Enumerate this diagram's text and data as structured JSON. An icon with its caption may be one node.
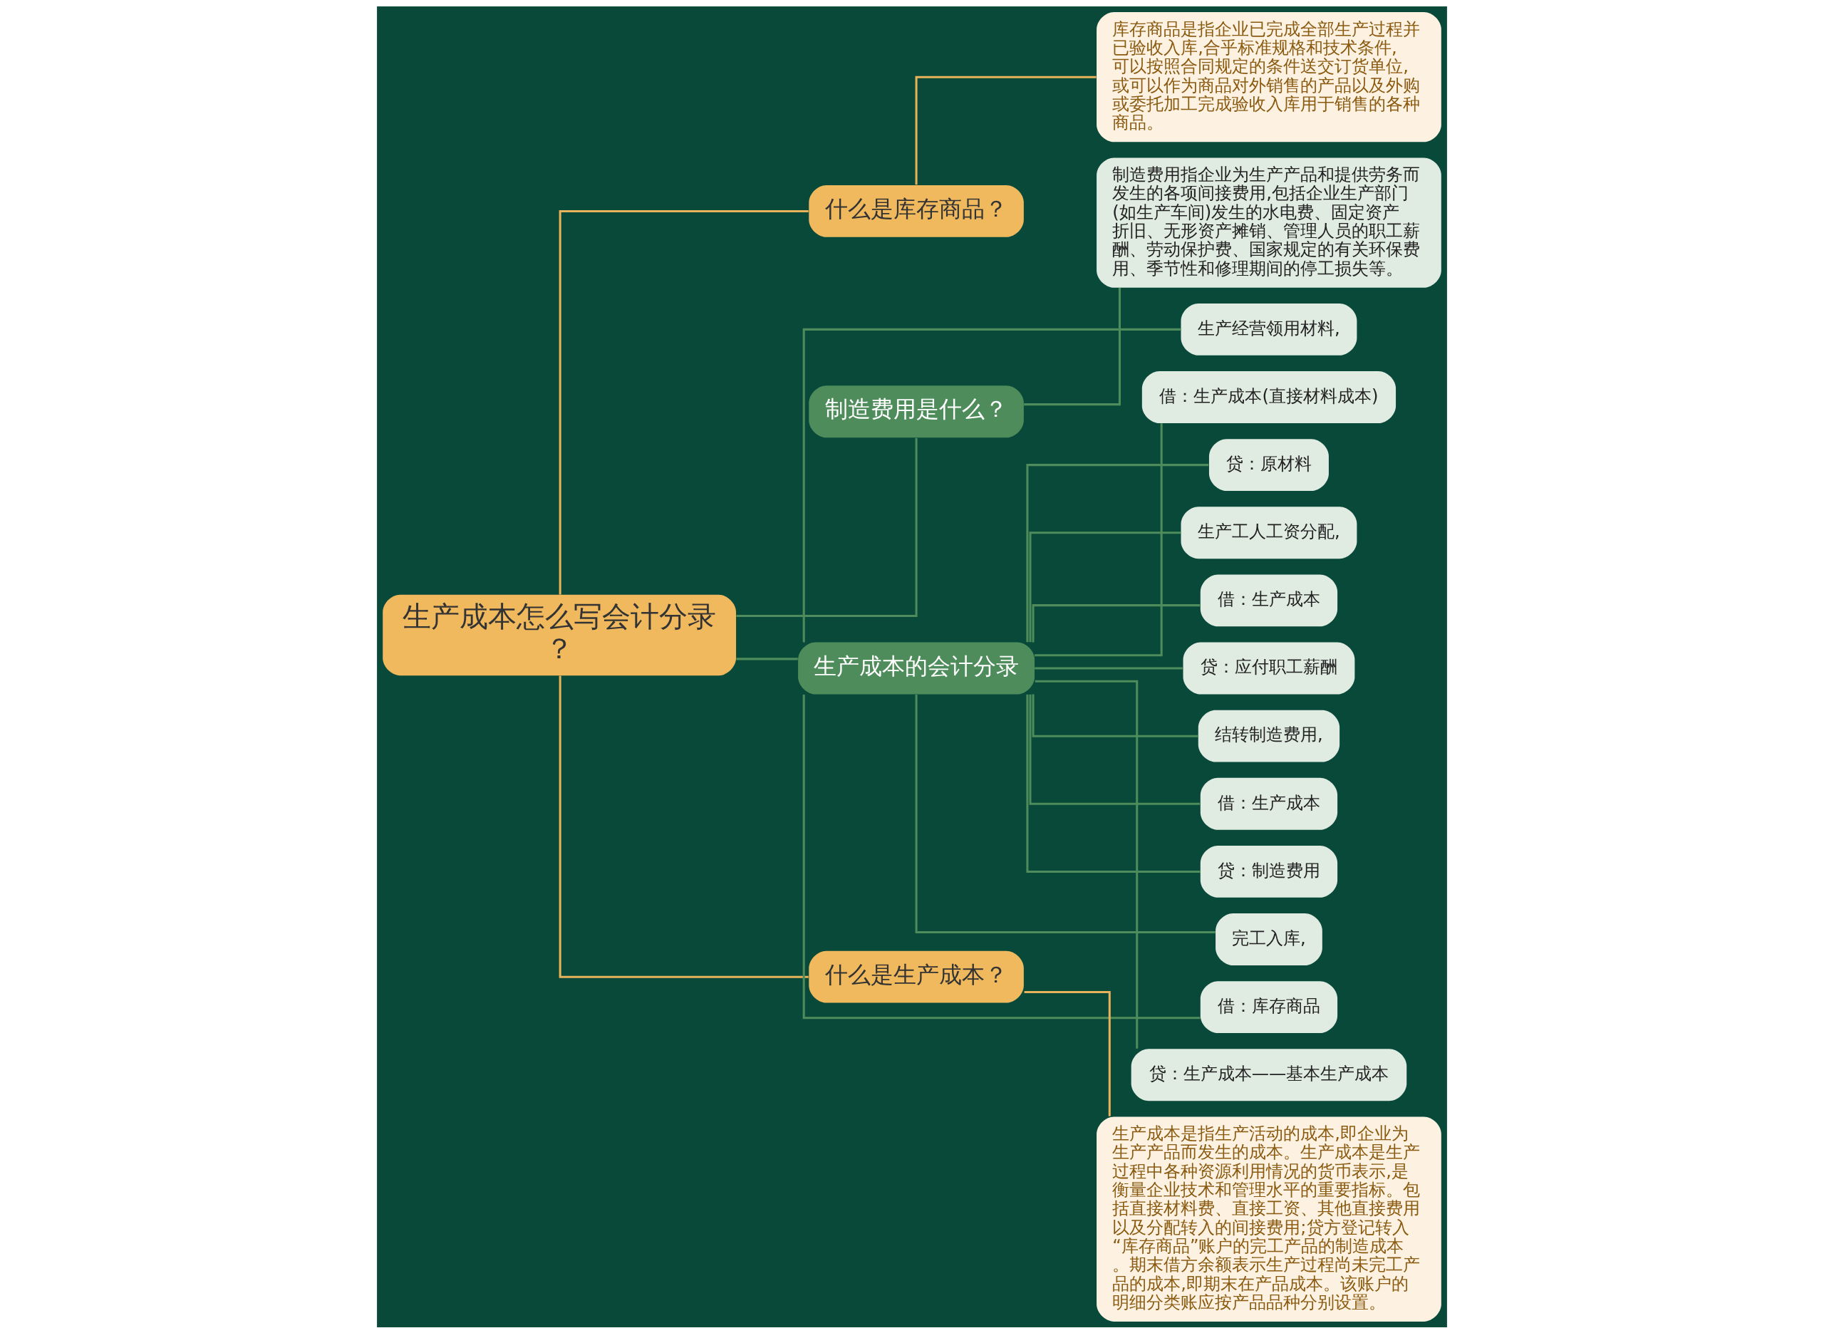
{
  "diagram": {
    "nodes": [
      {
        "text": [
          "生产成本怎么写会计分录？"
        ]
      },
      {
        "text": [
          "什么是库存商品？"
        ]
      },
      {
        "text": [
          "库存商品是指企业已完成全部生产过程并已验收入库,合乎标准规格和技术条件,可以按照合同规定的条件送交订货单位,或可以作为商品对外销售的产品以及外购或委托加工完成验收入库用于销售的各种商品。"
        ]
      },
      {
        "text": [
          "制造费用是什么？"
        ]
      },
      {
        "text": [
          "制造费用指企业为生产产品和提供劳务而发生的各项间接费用,包括企业生产部门(如生产车间)发生的水电费、固定资产折旧、无形资产摊销、管理人员的职工薪酬、劳动保护费、国家规定的有关环保费用、季节性和修理期间的停工损失等。"
        ]
      },
      {
        "text": [
          "生产成本的会计分录"
        ]
      },
      {
        "text": [
          "生产经营领用材料,"
        ]
      },
      {
        "text": [
          "借：生产成本(直接材料成本)"
        ]
      },
      {
        "text": [
          "贷：原材料"
        ]
      },
      {
        "text": [
          "生产工人工资分配,"
        ]
      },
      {
        "text": [
          "借：生产成本"
        ]
      },
      {
        "text": [
          "贷：应付职工薪酬"
        ]
      },
      {
        "text": [
          "结转制造费用,"
        ]
      },
      {
        "text": [
          "借：生产成本"
        ]
      },
      {
        "text": [
          "贷：制造费用"
        ]
      },
      {
        "text": [
          "完工入库,"
        ]
      },
      {
        "text": [
          "借：库存商品"
        ]
      },
      {
        "text": [
          "贷：生产成本——基本生产成本"
        ]
      },
      {
        "text": [
          "什么是生产成本？"
        ]
      },
      {
        "text": [
          "生产成本是指生产活动的成本,即企业为生产产品而发生的成本。生产成本是生产过程中各种资源利用情况的货币表示,是衡量企业技术和管理水平的重要指标。包括直接材料费、直接工资、其他直接费用以及分配转入的间接费用;贷方登记转入“库存商品”账户的完工产品的制造成本。期末借方余额表示生产过程尚未完工产品的成本,即期末在产品成本。该账户的明细分类账应按产品品种分别设置。"
        ]
      }
    ],
    "edges": [
      {
        "from": 0,
        "to": 1,
        "arrow": "none",
        "color": "#e8b25a"
      },
      {
        "from": 1,
        "to": 2,
        "arrow": "none",
        "color": "#e8b25a"
      },
      {
        "from": 0,
        "to": 3,
        "arrow": "none"
      },
      {
        "from": 3,
        "to": 4,
        "arrow": "none"
      },
      {
        "from": 0,
        "to": 5,
        "arrow": "none"
      },
      {
        "from": 5,
        "to": 6,
        "arrow": "none"
      },
      {
        "from": 5,
        "to": 7,
        "arrow": "none"
      },
      {
        "from": 5,
        "to": 8,
        "arrow": "none"
      },
      {
        "from": 5,
        "to": 9,
        "arrow": "none"
      },
      {
        "from": 5,
        "to": 10,
        "arrow": "none"
      },
      {
        "from": 5,
        "to": 11,
        "arrow": "none"
      },
      {
        "from": 5,
        "to": 12,
        "arrow": "none"
      },
      {
        "from": 5,
        "to": 13,
        "arrow": "none"
      },
      {
        "from": 5,
        "to": 14,
        "arrow": "none"
      },
      {
        "from": 5,
        "to": 15,
        "arrow": "none"
      },
      {
        "from": 5,
        "to": 16,
        "arrow": "none"
      },
      {
        "from": 5,
        "to": 17,
        "arrow": "none"
      },
      {
        "from": 0,
        "to": 18,
        "arrow": "none",
        "color": "#e8b25a"
      },
      {
        "from": 18,
        "to": 19,
        "arrow": "none",
        "color": "#e8b25a"
      }
    ]
  }
}
